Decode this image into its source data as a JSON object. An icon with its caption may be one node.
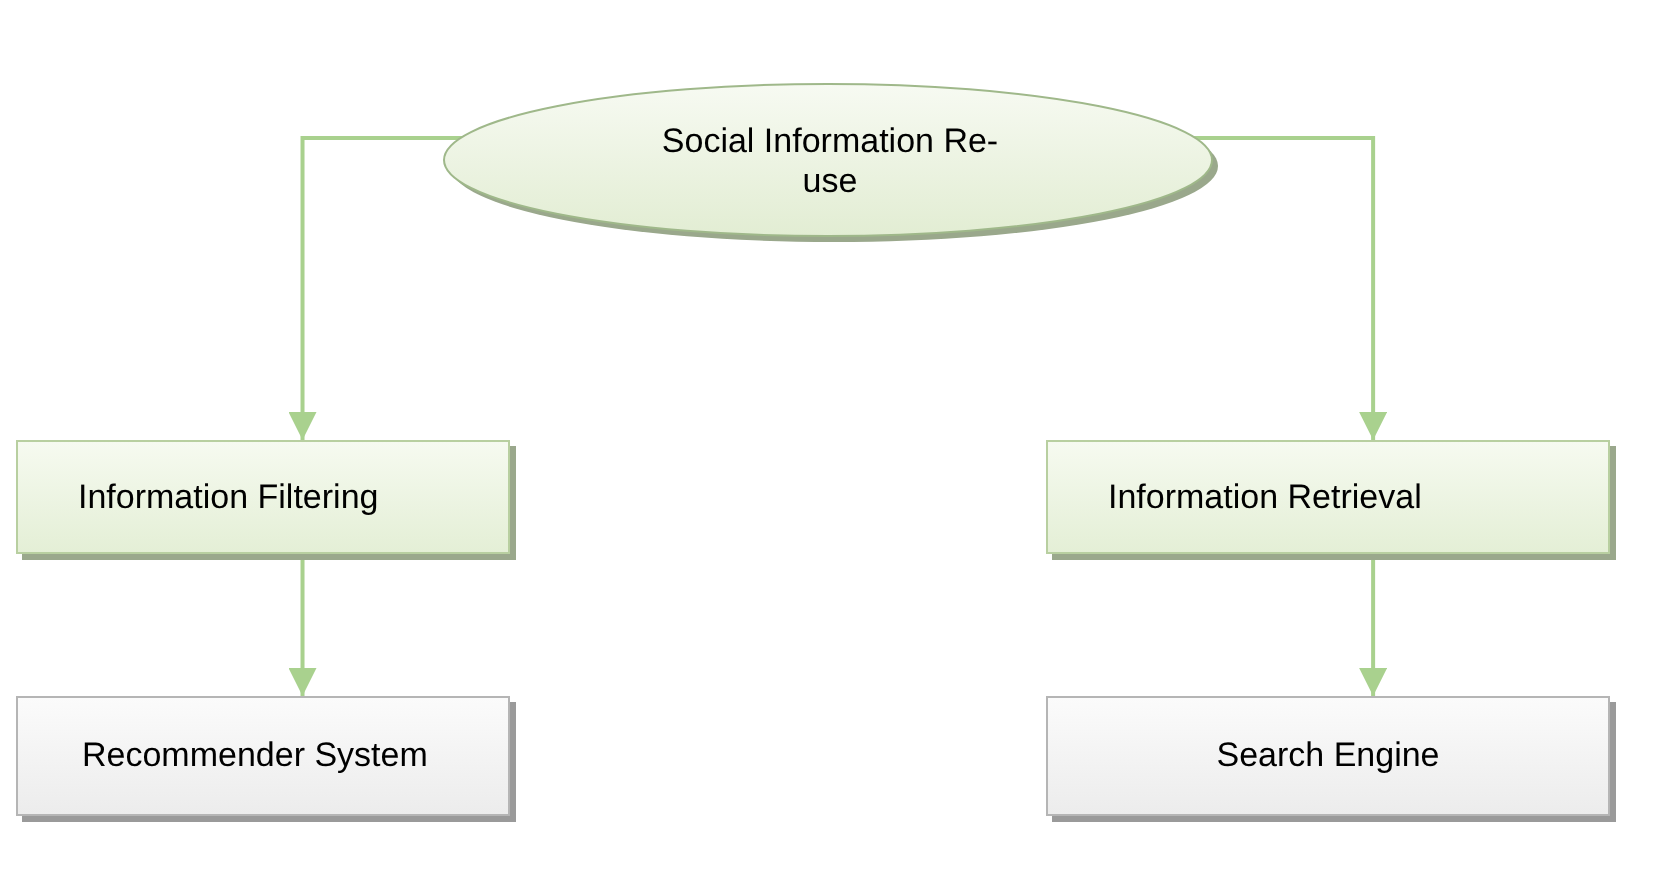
{
  "diagram": {
    "nodes": [
      {
        "text": [
          "Social Information Re-use"
        ]
      },
      {
        "text": [
          "Information Filtering"
        ]
      },
      {
        "text": [
          "Information Retrieval"
        ]
      },
      {
        "text": [
          "Recommender System"
        ]
      },
      {
        "text": [
          "Search Engine"
        ]
      }
    ],
    "edges": [
      {
        "from": 0,
        "to": 1,
        "arrow": "to"
      },
      {
        "from": 0,
        "to": 2,
        "arrow": "to"
      },
      {
        "from": 1,
        "to": 3,
        "arrow": "to"
      },
      {
        "from": 2,
        "to": 4,
        "arrow": "to"
      }
    ]
  }
}
